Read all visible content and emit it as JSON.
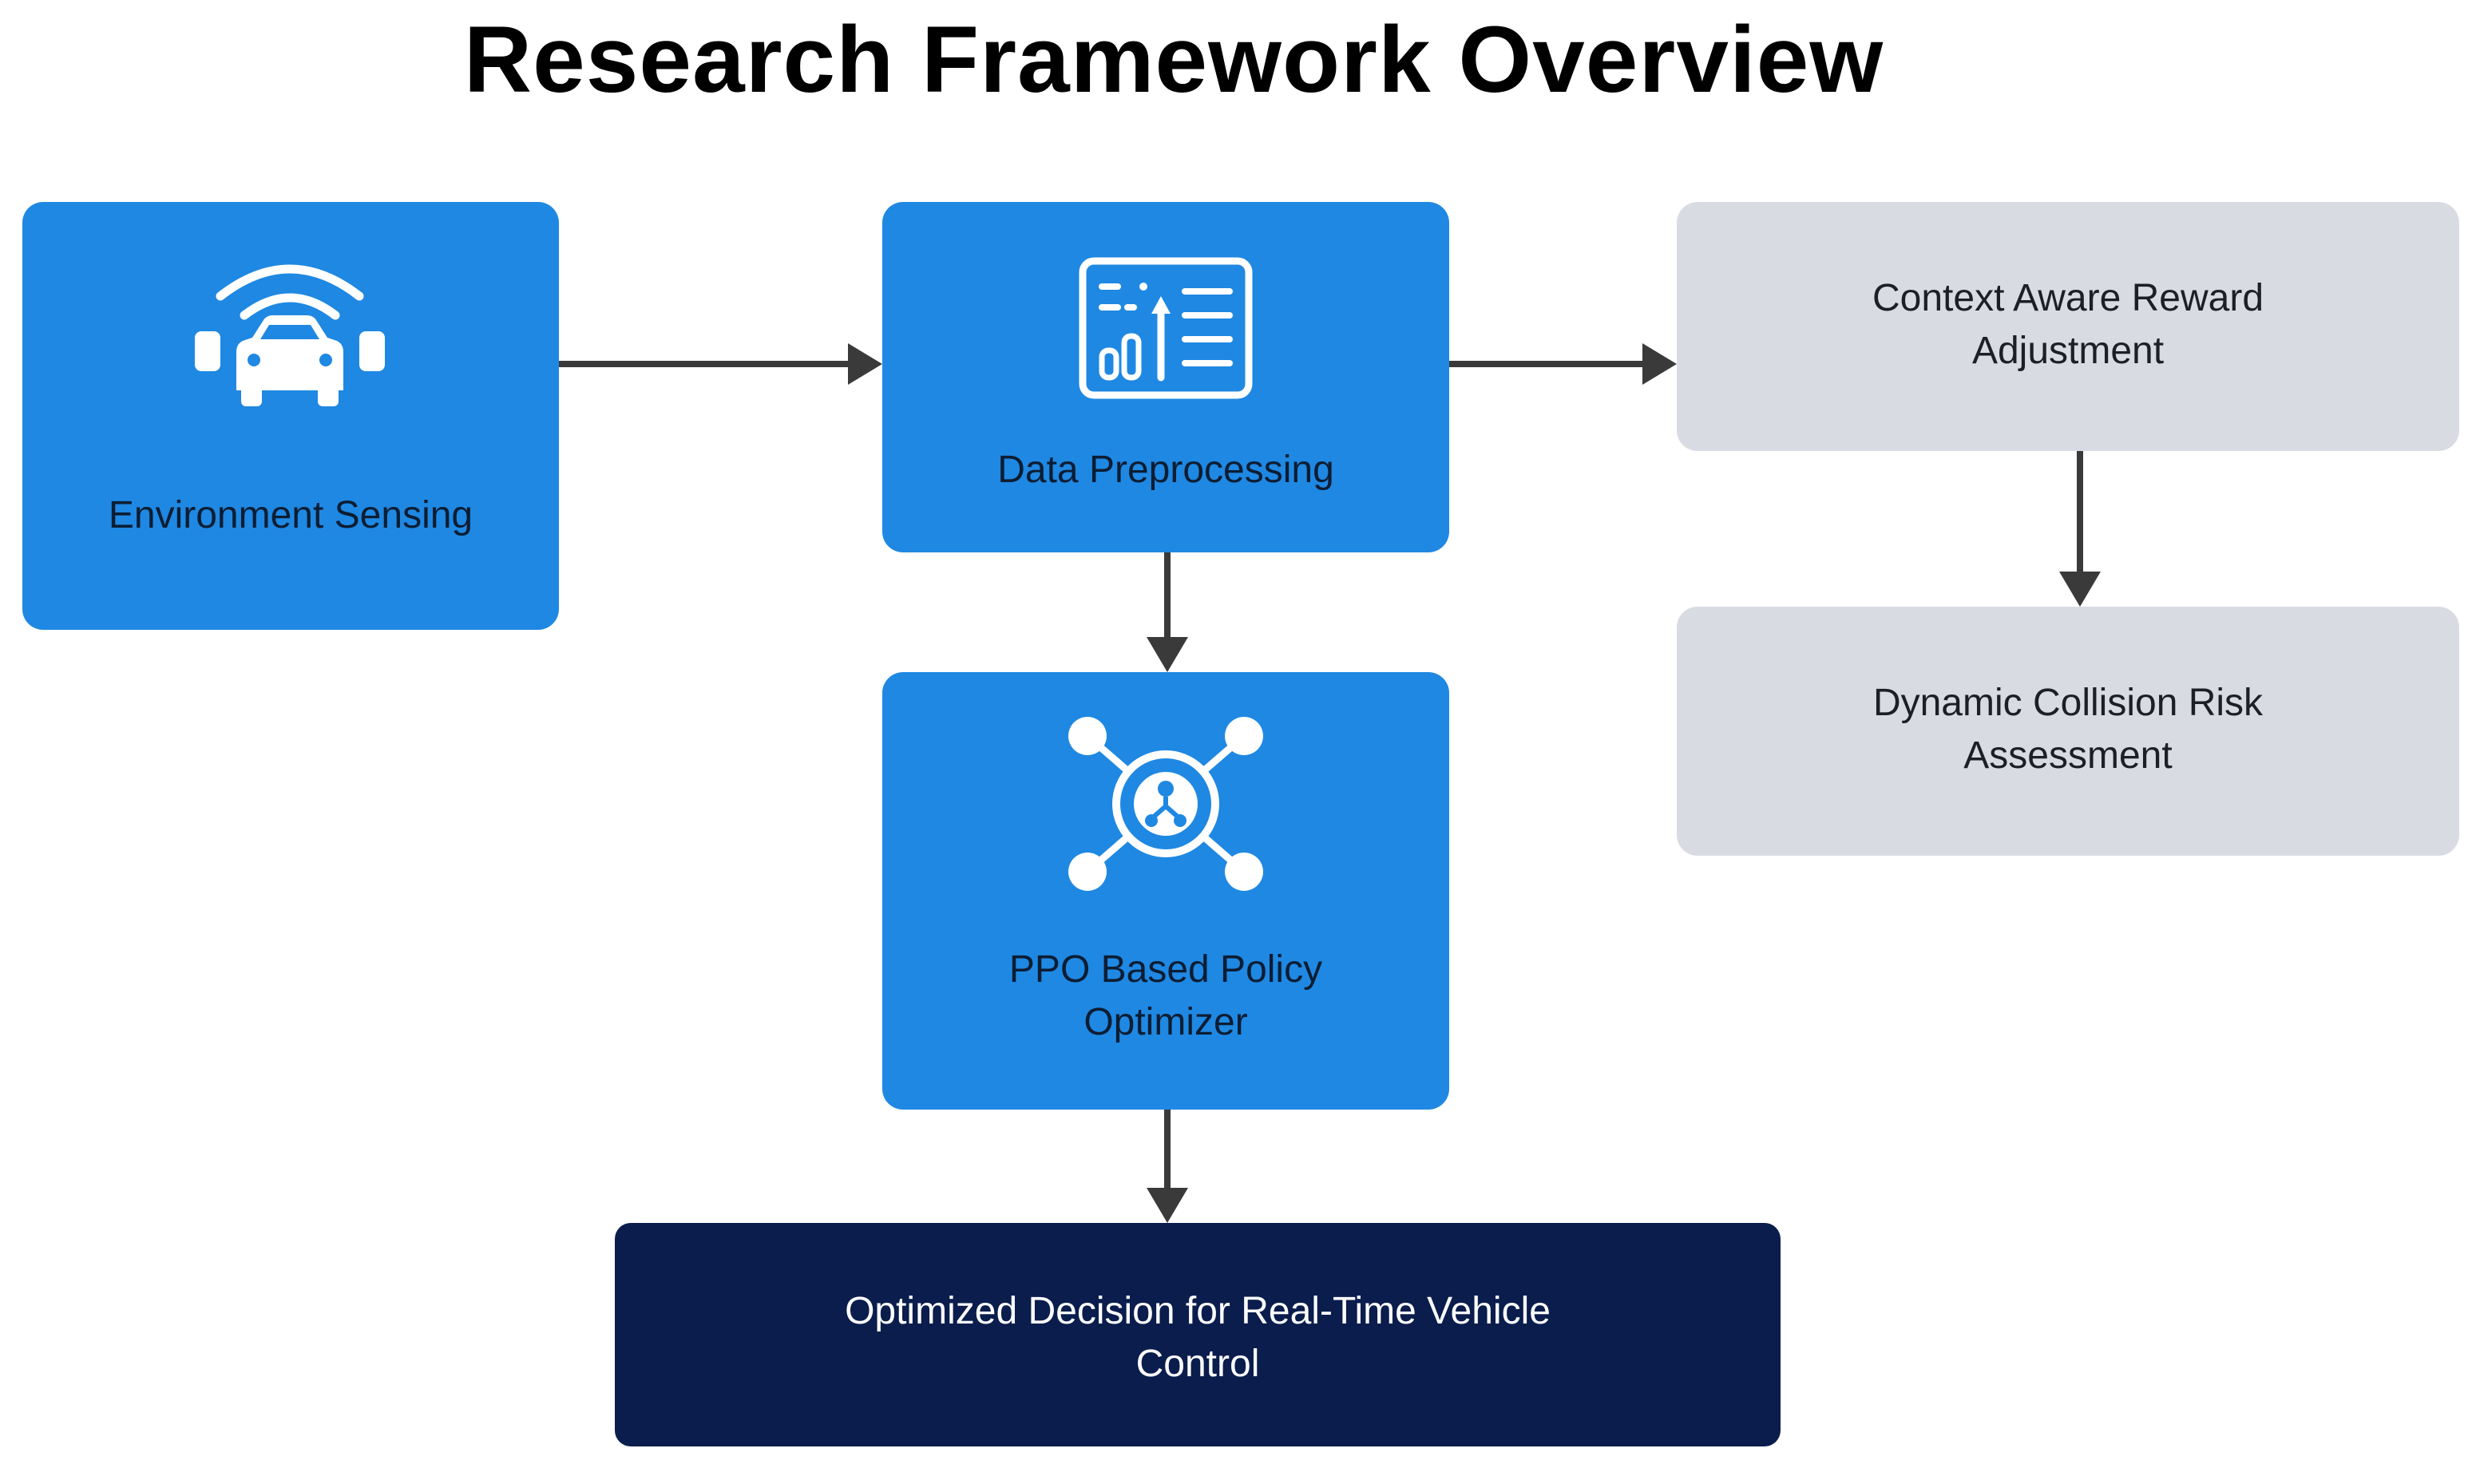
{
  "title": "Research Framework Overview",
  "nodes": {
    "environment_sensing": {
      "label": "Environment Sensing",
      "icon": "car-sensor-icon"
    },
    "data_preprocessing": {
      "label": "Data Preprocessing",
      "icon": "dashboard-chart-icon"
    },
    "context_reward": {
      "label": "Context Aware Reward Adjustment"
    },
    "collision_risk": {
      "label": "Dynamic Collision Risk Assessment"
    },
    "ppo_optimizer": {
      "label": "PPO Based Policy Optimizer",
      "icon": "network-hub-icon"
    },
    "optimized_decision": {
      "label": "Optimized Decision for Real-Time Vehicle Control"
    }
  },
  "edges": [
    {
      "from": "Environment Sensing",
      "to": "Data Preprocessing"
    },
    {
      "from": "Data Preprocessing",
      "to": "Context Aware Reward Adjustment"
    },
    {
      "from": "Context Aware Reward Adjustment",
      "to": "Dynamic Collision Risk Assessment"
    },
    {
      "from": "Data Preprocessing",
      "to": "PPO Based Policy Optimizer"
    },
    {
      "from": "PPO Based Policy Optimizer",
      "to": "Optimized Decision for Real-Time Vehicle Control"
    }
  ],
  "colors": {
    "primary_blue": "#1f88e2",
    "grey_box": "#d8dce2",
    "navy_box": "#0a1d4c",
    "arrow": "#3a3a3a"
  }
}
